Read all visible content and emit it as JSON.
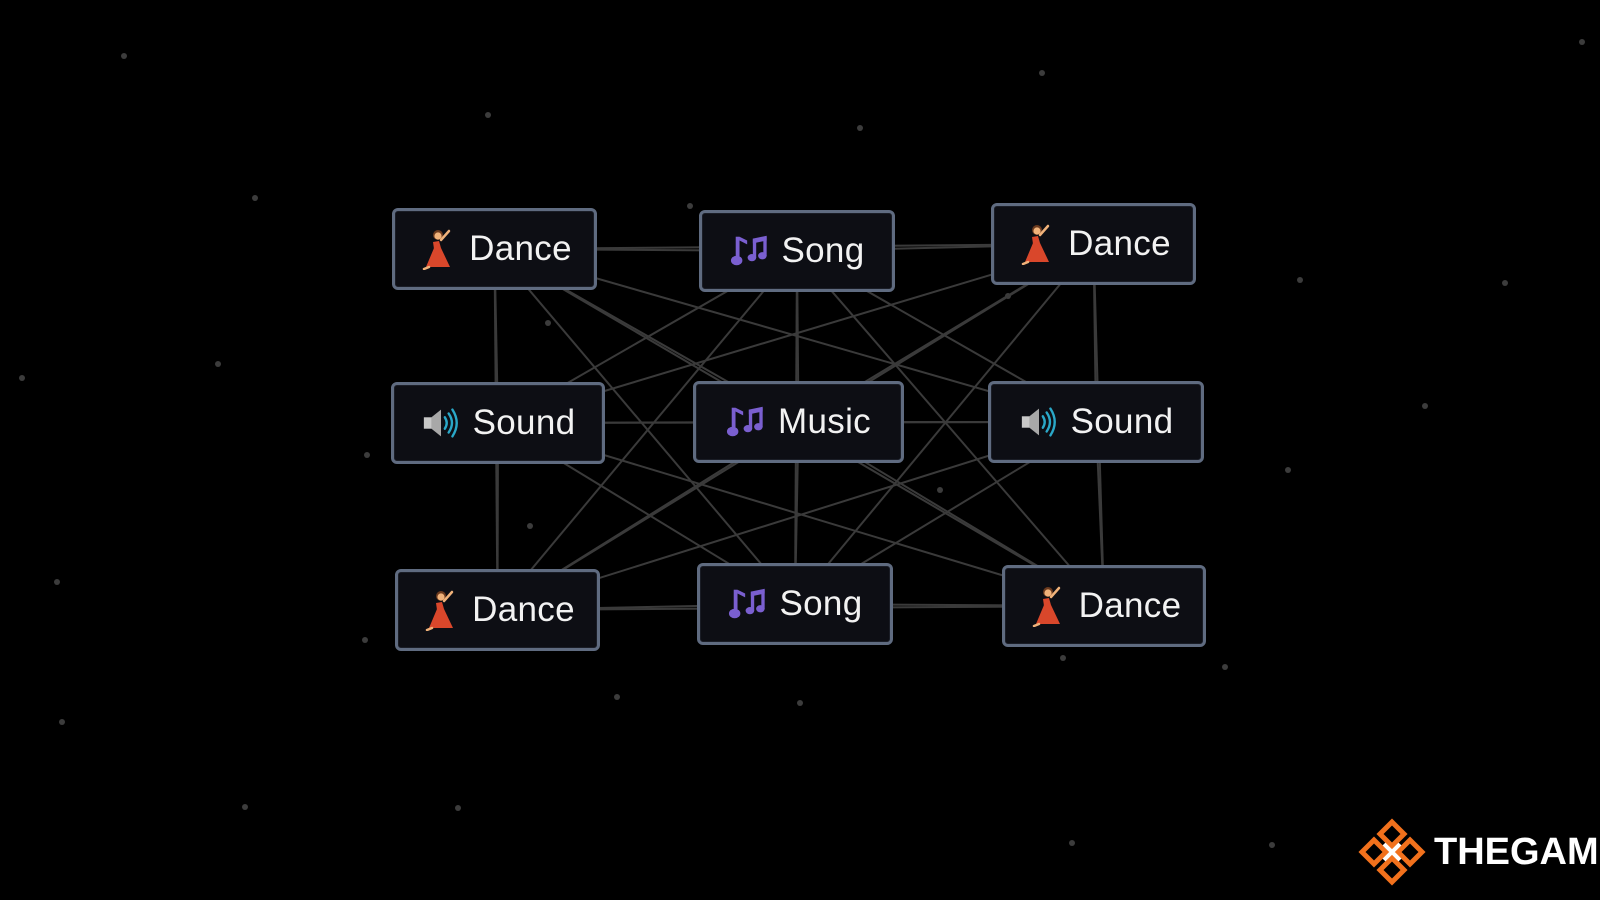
{
  "game": {
    "tiles": [
      {
        "label": "Dance",
        "icon": "dancer-icon"
      },
      {
        "label": "Song",
        "icon": "music-notes-icon"
      },
      {
        "label": "Dance",
        "icon": "dancer-icon"
      },
      {
        "label": "Sound",
        "icon": "speaker-icon"
      },
      {
        "label": "Music",
        "icon": "music-notes-icon"
      },
      {
        "label": "Sound",
        "icon": "speaker-icon"
      },
      {
        "label": "Dance",
        "icon": "dancer-icon"
      },
      {
        "label": "Song",
        "icon": "music-notes-icon"
      },
      {
        "label": "Dance",
        "icon": "dancer-icon"
      }
    ],
    "colors": {
      "background": "#000000",
      "tile_fill": "#0d0e14",
      "tile_border": "#5f6b80",
      "link_line": "#3a3a3a",
      "text": "#f2f2f2",
      "note_purple": "#7a5fd0",
      "dancer_red": "#d9472b",
      "speaker_cyan": "#2aa8c8"
    }
  },
  "watermark": {
    "text": "THEGAM",
    "icon": "diamond-logo-icon",
    "accent": "#f2711c"
  }
}
